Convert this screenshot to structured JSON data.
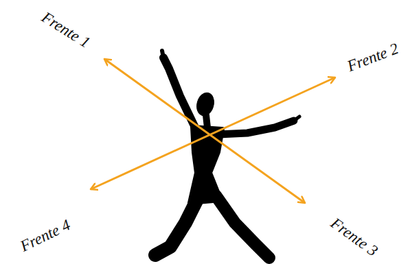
{
  "diagram": {
    "labels": [
      "Frente 1",
      "Frente 2",
      "Frente 3",
      "Frente 4"
    ]
  }
}
